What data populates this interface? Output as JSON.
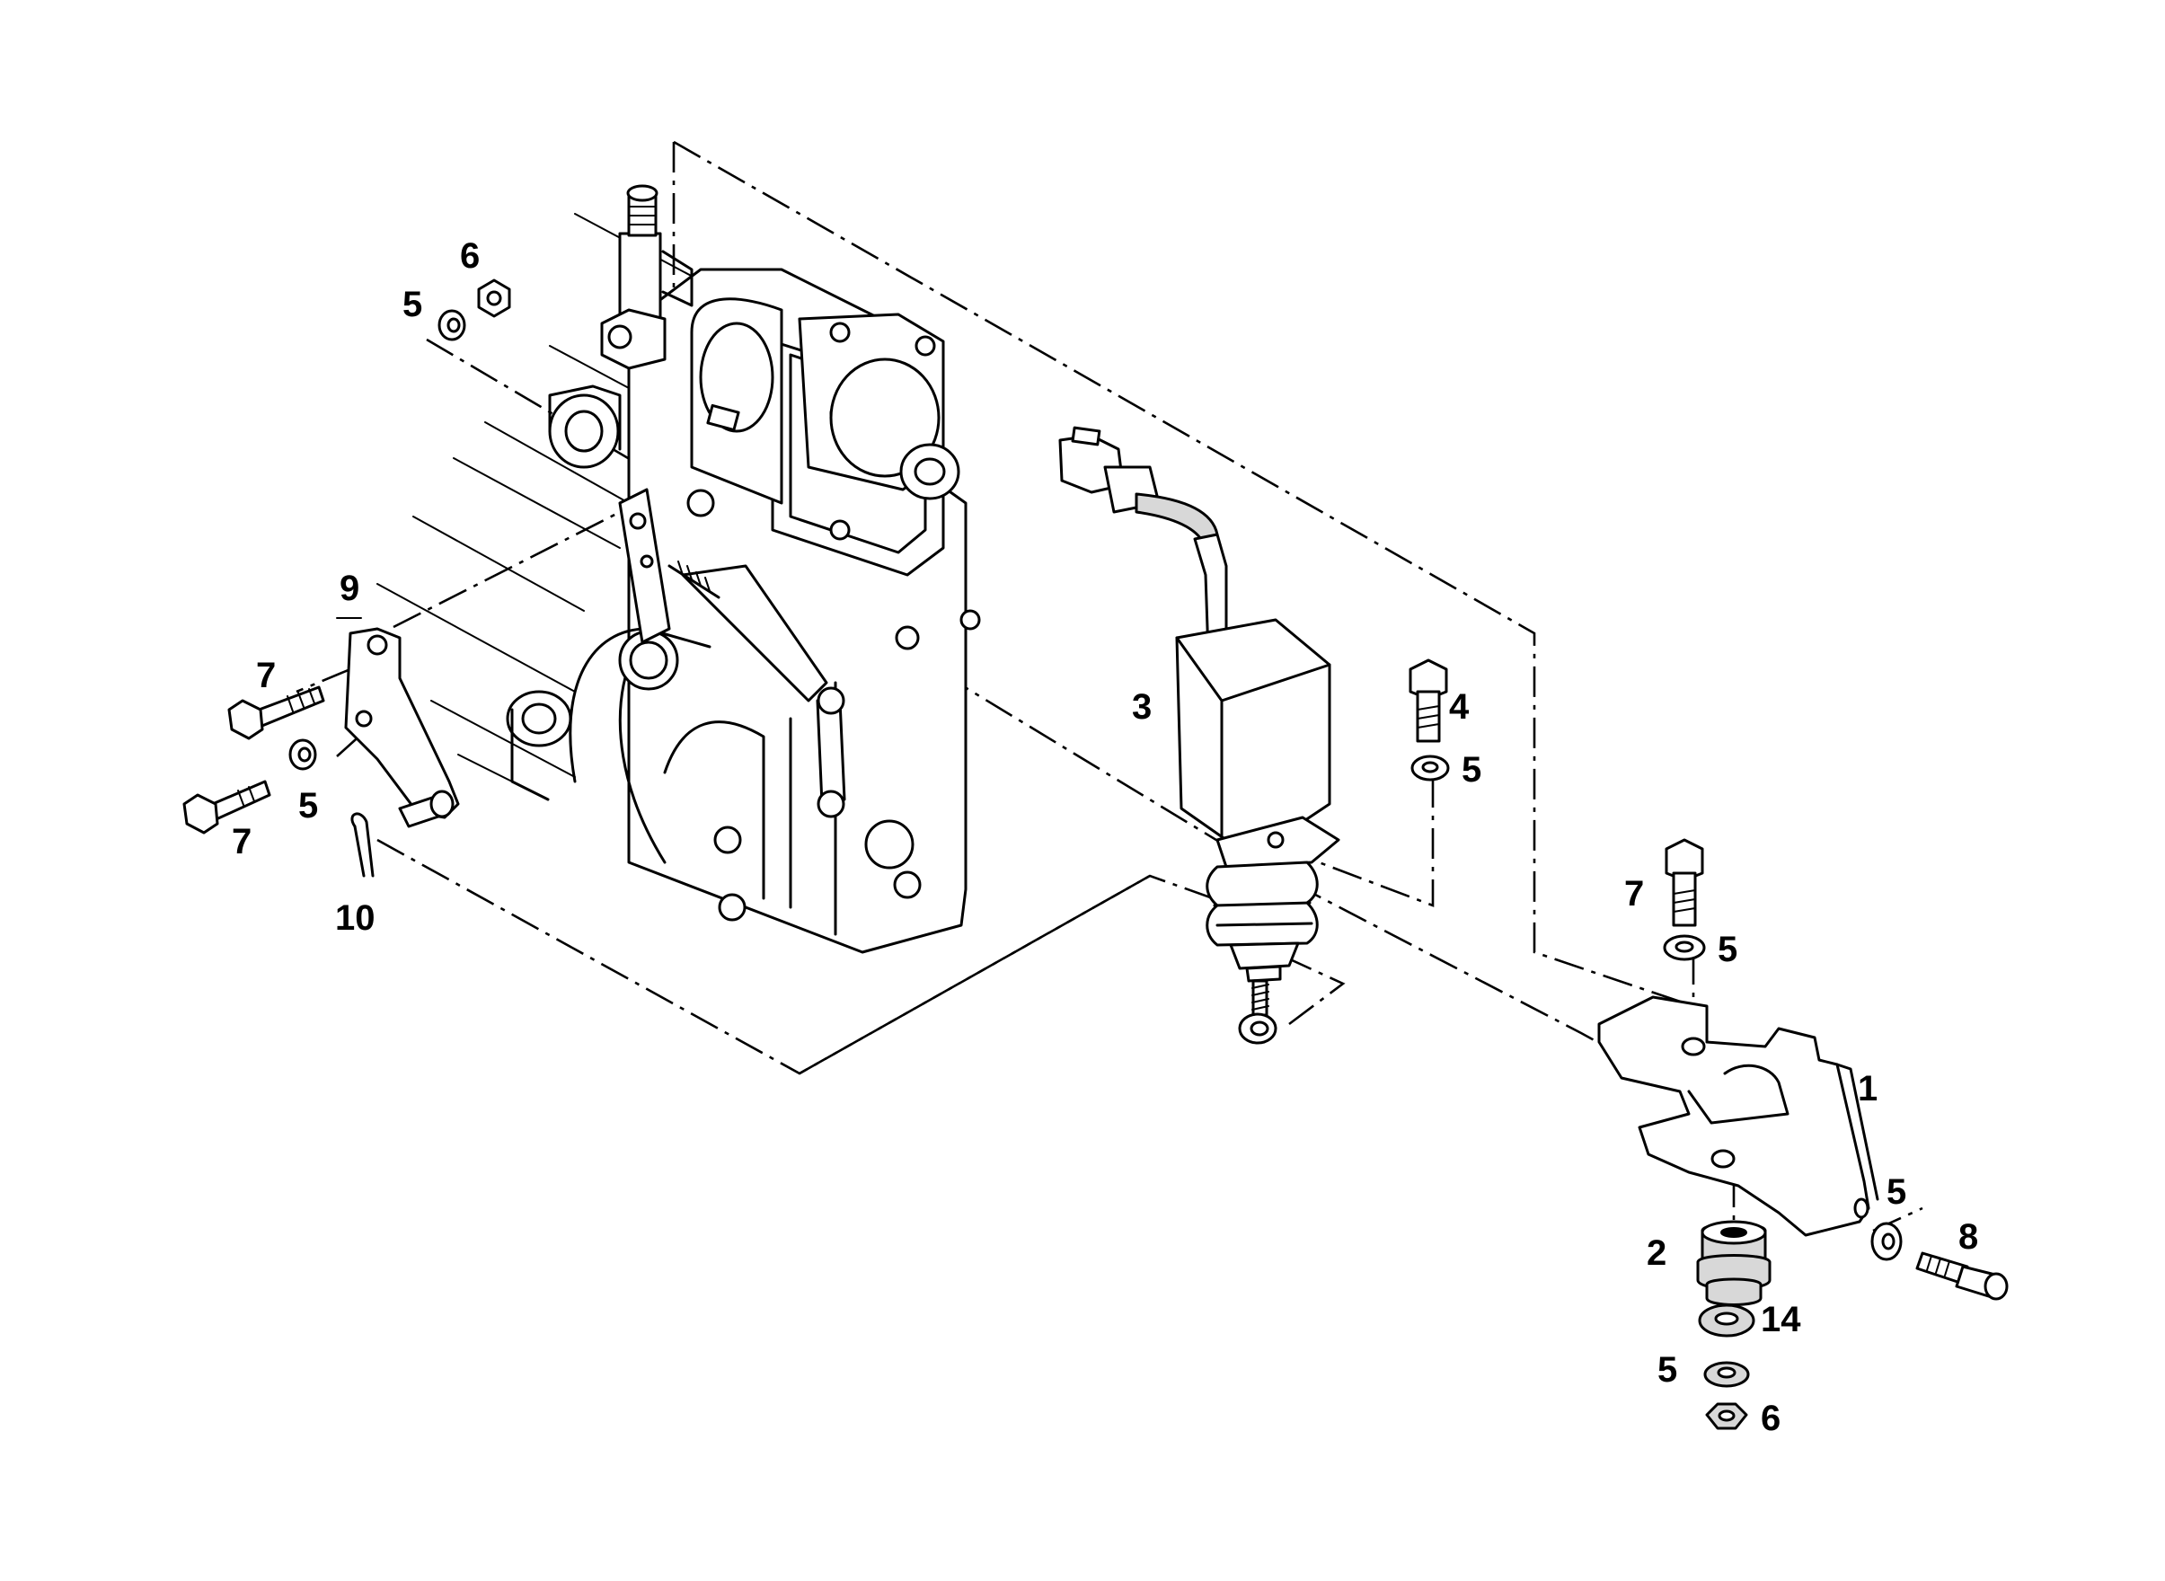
{
  "figure": {
    "type": "exploded-parts-diagram",
    "callouts": [
      {
        "id": "c6a",
        "text": "6"
      },
      {
        "id": "c5a",
        "text": "5"
      },
      {
        "id": "c9",
        "text": "9"
      },
      {
        "id": "c7a",
        "text": "7"
      },
      {
        "id": "c7b",
        "text": "7"
      },
      {
        "id": "c5b",
        "text": "5"
      },
      {
        "id": "c10",
        "text": "10"
      },
      {
        "id": "c3",
        "text": "3"
      },
      {
        "id": "c4",
        "text": "4"
      },
      {
        "id": "c5c",
        "text": "5"
      },
      {
        "id": "c7c",
        "text": "7"
      },
      {
        "id": "c5d",
        "text": "5"
      },
      {
        "id": "c1",
        "text": "1"
      },
      {
        "id": "c5e",
        "text": "5"
      },
      {
        "id": "c8",
        "text": "8"
      },
      {
        "id": "c2",
        "text": "2"
      },
      {
        "id": "c14",
        "text": "14"
      },
      {
        "id": "c5f",
        "text": "5"
      },
      {
        "id": "c6b",
        "text": "6"
      }
    ]
  }
}
